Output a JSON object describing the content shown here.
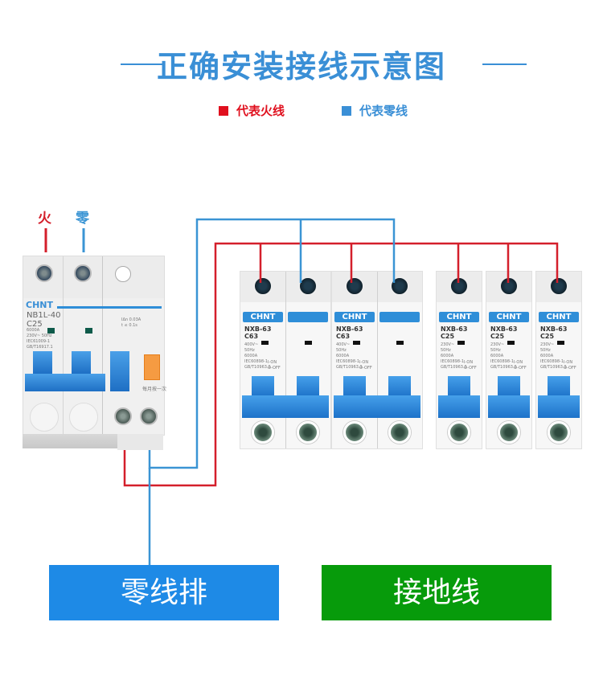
{
  "title": "正确安装接线示意图",
  "legend": [
    {
      "label": "代表火线",
      "color": "#e0101e"
    },
    {
      "label": "代表零线",
      "color": "#3a8fd6"
    }
  ],
  "colors": {
    "live": "#d41f2b",
    "neutral": "#3a94d4",
    "neutral_bar": "#1e8ae6",
    "ground_bar": "#079b0b",
    "brand_blue": "#2f8ed8"
  },
  "wire_labels": {
    "live": "火",
    "neutral": "零"
  },
  "rcd": {
    "brand": "CHNT",
    "model": "NB1L-40",
    "rating": "C25",
    "specs": [
      "6000A",
      "230V~ 50Hz",
      "IEC61009-1",
      "GB/T16917.1"
    ],
    "trip": [
      "IΔn 0.03A",
      "t ≤ 0.1s"
    ],
    "test_note": "每月按一次"
  },
  "breakers": [
    {
      "brand": "CHNT",
      "model": "NXB-63",
      "rating": "C63",
      "poles": 2,
      "specs": [
        "400V~",
        "50Hz",
        "6000A",
        "IEC60898-1",
        "GB/T10963.1"
      ],
      "switch": [
        "I-ON",
        "O-OFF"
      ]
    },
    {
      "brand": "CHNT",
      "model": "NXB-63",
      "rating": "C63",
      "poles": 2,
      "specs": [
        "400V~",
        "50Hz",
        "6000A",
        "IEC60898-1",
        "GB/T10963.1"
      ],
      "switch": [
        "I-ON",
        "O-OFF"
      ]
    },
    {
      "brand": "CHNT",
      "model": "NXB-63",
      "rating": "C25",
      "poles": 1,
      "specs": [
        "230V~",
        "50Hz",
        "6000A",
        "IEC60898-1",
        "GB/T10963.1"
      ],
      "switch": [
        "I-ON",
        "O-OFF"
      ]
    },
    {
      "brand": "CHNT",
      "model": "NXB-63",
      "rating": "C25",
      "poles": 1,
      "specs": [
        "230V~",
        "50Hz",
        "6000A",
        "IEC60898-1",
        "GB/T10963.1"
      ],
      "switch": [
        "I-ON",
        "O-OFF"
      ]
    },
    {
      "brand": "CHNT",
      "model": "NXB-63",
      "rating": "C25",
      "poles": 1,
      "specs": [
        "230V~",
        "50Hz",
        "6000A",
        "IEC60898-1",
        "GB/T10963.1"
      ],
      "switch": [
        "I-ON",
        "O-OFF"
      ]
    }
  ],
  "bars": {
    "neutral": "零线排",
    "ground": "接地线"
  }
}
